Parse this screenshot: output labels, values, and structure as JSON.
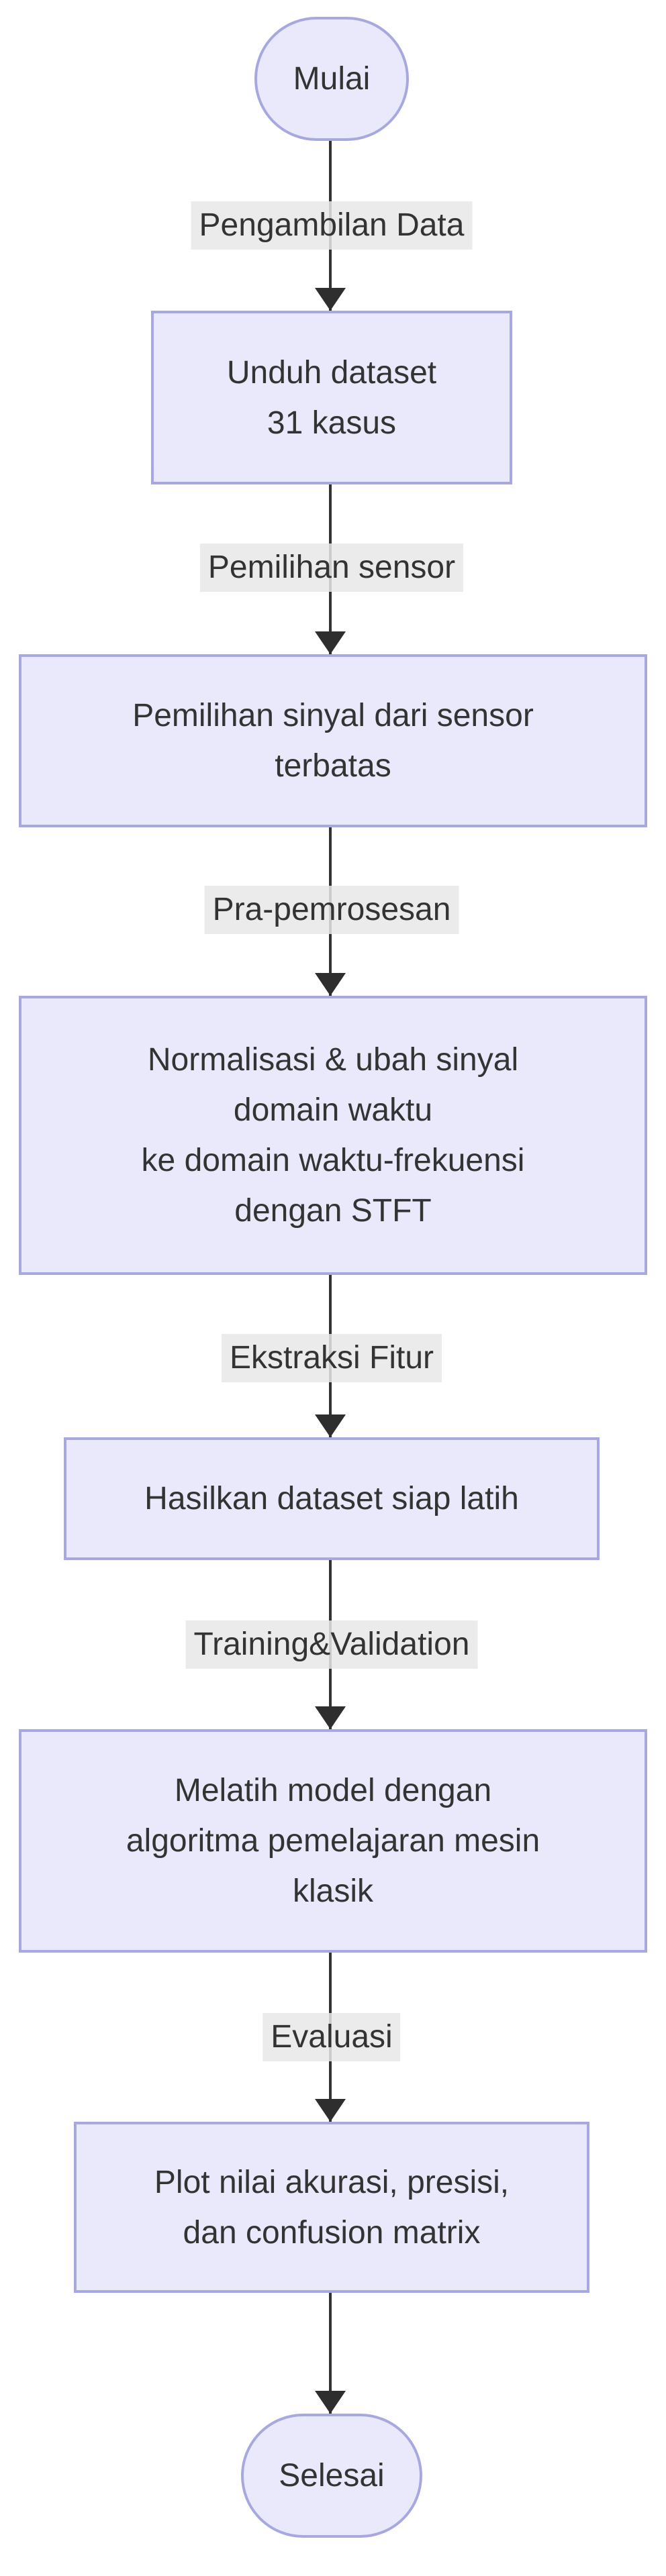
{
  "diagram": {
    "type": "flowchart",
    "direction": "top-down",
    "nodes": [
      {
        "id": "start",
        "shape": "stadium",
        "label": "Mulai"
      },
      {
        "id": "unduh",
        "shape": "rect",
        "label": "Unduh dataset\n31 kasus"
      },
      {
        "id": "pemilihan",
        "shape": "rect",
        "label": "Pemilihan sinyal dari sensor\nterbatas"
      },
      {
        "id": "normalisasi",
        "shape": "rect",
        "label": "Normalisasi & ubah sinyal\ndomain waktu\nke domain waktu-frekuensi\ndengan STFT"
      },
      {
        "id": "hasilkan",
        "shape": "rect",
        "label": "Hasilkan dataset siap latih"
      },
      {
        "id": "melatih",
        "shape": "rect",
        "label": "Melatih model dengan\nalgoritma pemelajaran mesin\nklasik"
      },
      {
        "id": "plot",
        "shape": "rect",
        "label": "Plot nilai akurasi, presisi,\ndan confusion matrix"
      },
      {
        "id": "end",
        "shape": "stadium",
        "label": "Selesai"
      }
    ],
    "edges": [
      {
        "from": "start",
        "to": "unduh",
        "label": "Pengambilan Data"
      },
      {
        "from": "unduh",
        "to": "pemilihan",
        "label": "Pemilihan sensor"
      },
      {
        "from": "pemilihan",
        "to": "normalisasi",
        "label": "Pra-pemrosesan"
      },
      {
        "from": "normalisasi",
        "to": "hasilkan",
        "label": "Ekstraksi Fitur"
      },
      {
        "from": "hasilkan",
        "to": "melatih",
        "label": "Training&Validation"
      },
      {
        "from": "melatih",
        "to": "plot",
        "label": "Evaluasi"
      },
      {
        "from": "plot",
        "to": "end",
        "label": ""
      }
    ],
    "colors": {
      "node_fill": "#E9E9FB",
      "node_border": "#A8A8E0",
      "edge_label_bg": "#E8E8E8",
      "line": "#333333",
      "text": "#333333",
      "background": "#FFFFFF"
    }
  }
}
